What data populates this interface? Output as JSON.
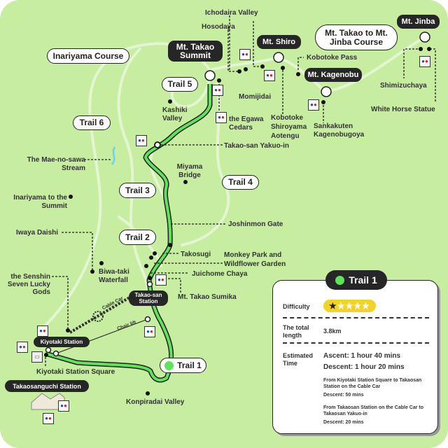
{
  "colors": {
    "background": "#c6eda0",
    "trail1": "#5ee35a",
    "paths": "#e4f5d2",
    "stream": "#6fd0f0"
  },
  "peaks": {
    "summit": "Mt. Takao Summit",
    "shiro": "Mt. Shiro",
    "jinba": "Mt. Jinba",
    "kagenobu": "Mt. Kagenobu"
  },
  "courses": {
    "inariyama": "Inariyama Course",
    "jinba_course": "Mt. Takao to Mt. Jinba Course",
    "trail1": "Trail 1",
    "trail2": "Trail 2",
    "trail3": "Trail 3",
    "trail4": "Trail 4",
    "trail5": "Trail 5",
    "trail6": "Trail 6"
  },
  "stations": {
    "takaosan": "Takao-san Station",
    "kiyotaki": "Kiyotaki Station",
    "takaosanguchi": "Takaosanguchi Station",
    "cable_car": "Cable Car",
    "chair_lift": "Chair lift"
  },
  "places": {
    "ichodaira": "Ichodaira Valley",
    "hosodaya": "Hosodaya",
    "kobotoke_pass": "Kobotoke Pass",
    "shimizuchaya": "Shimizuchaya",
    "white_horse": "White Horse Statue",
    "momijidai": "Momijidai",
    "egawa": "the Egawa Cedars",
    "aotengu": "Kobotoke Shiroyama Aotengu",
    "sankakuten": "Sankakuten Kagenobugoya",
    "yakuoin": "Takao-san Yakuo-in",
    "kashiki": "Kashiki Valley",
    "maenosawa": "The Mae-no-sawa Stream",
    "miyama": "Miyama Bridge",
    "inariyama_summit": "Inariyama to the Summit",
    "joshinmon": "Joshinmon Gate",
    "iwaya": "Iwaya Daishi",
    "takosugi": "Takosugi",
    "monkey": "Monkey Park and Wildflower Garden",
    "biwataki": "Biwa-taki Waterfall",
    "juichome": "Juichome Chaya",
    "senshin": "the Senshin Seven Lucky Gods",
    "sumika": "Mt. Takao Sumika",
    "kiyotaki_square": "Kiyotaki Station Square",
    "konpiradai": "Konpiradai Valley"
  },
  "icons": {
    "toilet": "toilet-icon",
    "smoking": "smoking-area-icon"
  },
  "card": {
    "title": "Trail 1",
    "difficulty_label": "Difficulty",
    "difficulty": 1,
    "difficulty_max": 5,
    "length_label": "The total length",
    "length": "3.8km",
    "time_label": "Estimated Time",
    "ascent": "Ascent: 1 hour 40 mins",
    "descent": "Descent: 1 hour 20 mins",
    "note1": "From Kiyotaki Station Square to Takaosan Station on the Cable Car",
    "note1_descent": "Descent: 50 mins",
    "note2": "From Takaosan Station on the Cable Car to Takaosan Yakuo-in",
    "note2_descent": "Descent: 20 mins"
  }
}
